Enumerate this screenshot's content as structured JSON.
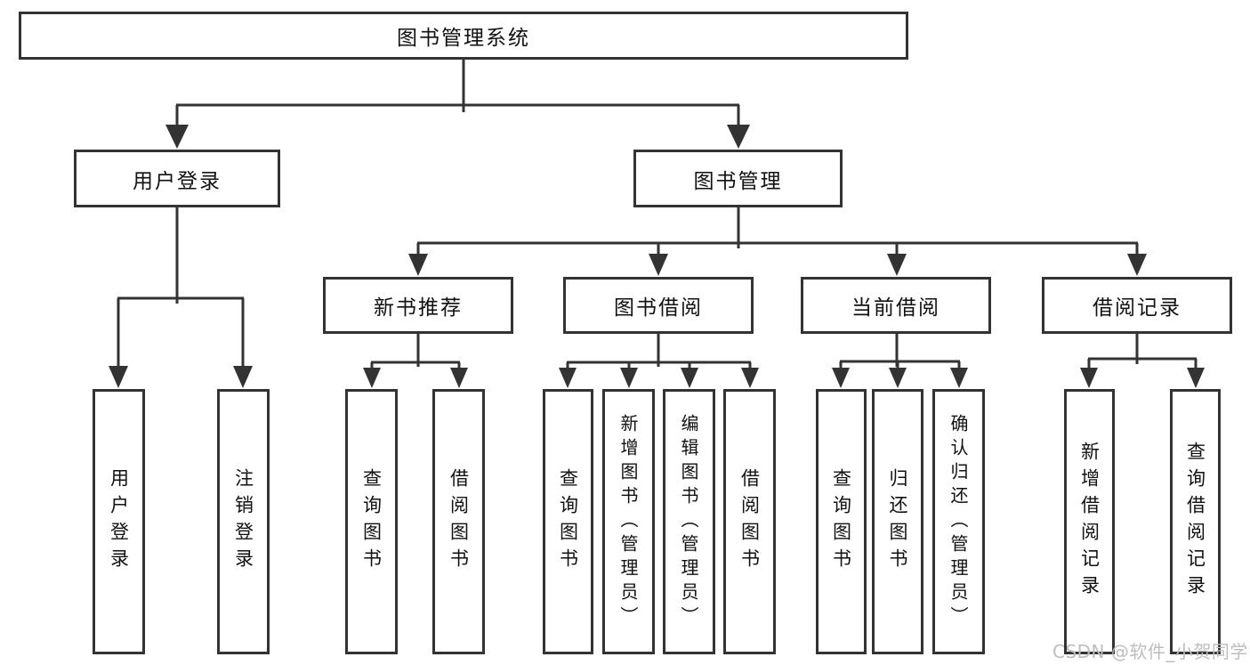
{
  "tree": {
    "root": {
      "label": "图书管理系统"
    },
    "branches": [
      {
        "label": "用户登录",
        "leaves": [
          {
            "label": "用户登录"
          },
          {
            "label": "注销登录"
          }
        ]
      },
      {
        "label": "图书管理",
        "groups": [
          {
            "label": "新书推荐",
            "leaves": [
              {
                "label": "查询图书"
              },
              {
                "label": "借阅图书"
              }
            ]
          },
          {
            "label": "图书借阅",
            "leaves": [
              {
                "label": "查询图书"
              },
              {
                "label": "新增图书（管理员）"
              },
              {
                "label": "编辑图书（管理员）"
              },
              {
                "label": "借阅图书"
              }
            ]
          },
          {
            "label": "当前借阅",
            "leaves": [
              {
                "label": "查询图书"
              },
              {
                "label": "归还图书"
              },
              {
                "label": "确认归还（管理员）"
              }
            ]
          },
          {
            "label": "借阅记录",
            "leaves": [
              {
                "label": "新增借阅记录"
              },
              {
                "label": "查询借阅记录"
              }
            ]
          }
        ]
      }
    ]
  },
  "watermark": "CSDN @软件_小贺同学",
  "colors": {
    "line": "#333333",
    "text": "#111111",
    "watermark": "#bdbdbd",
    "background": "#ffffff"
  }
}
